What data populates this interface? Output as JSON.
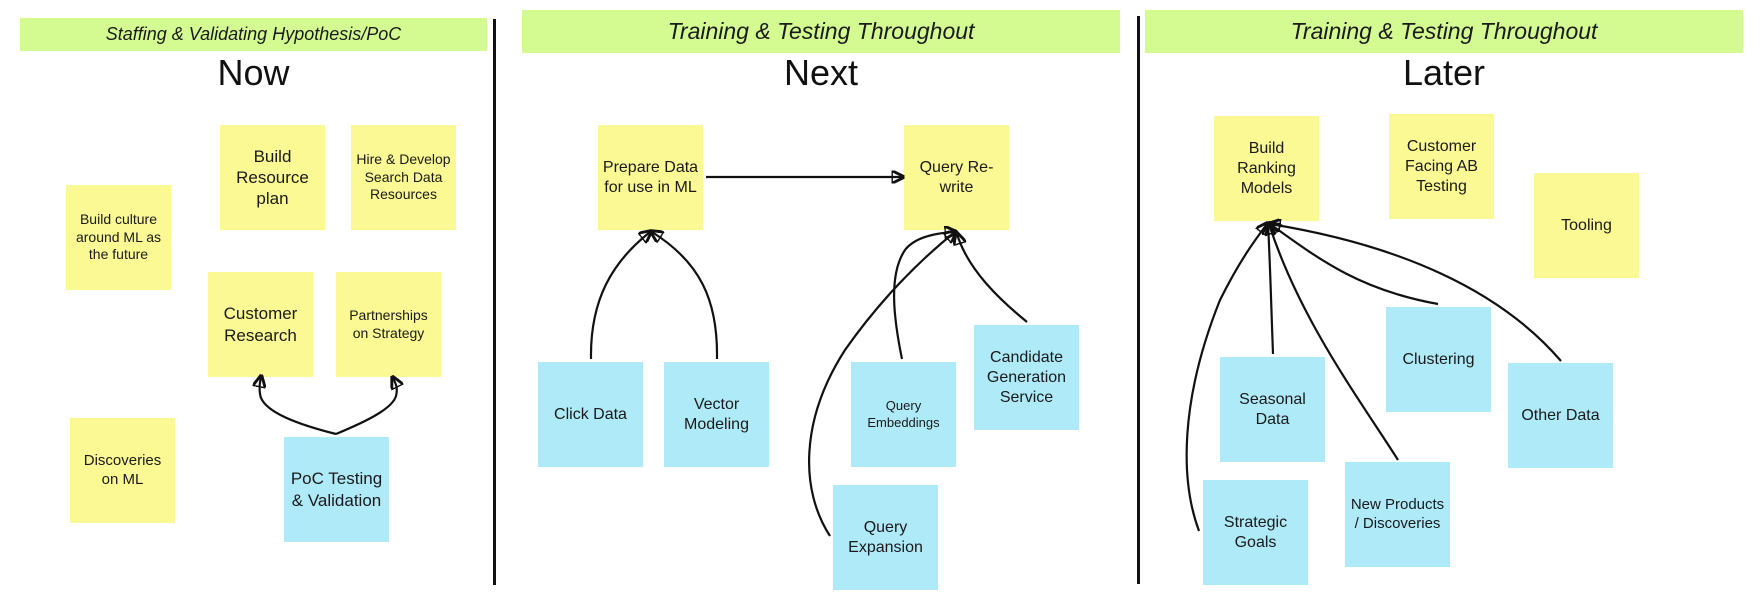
{
  "phases": [
    {
      "id": "now",
      "banner": "Staffing & Validating Hypothesis/PoC",
      "title": "Now"
    },
    {
      "id": "next",
      "banner": "Training & Testing Throughout",
      "title": "Next"
    },
    {
      "id": "later",
      "banner": "Training & Testing Throughout",
      "title": "Later"
    }
  ],
  "colors": {
    "banner": "#d4fb92",
    "sticky_yellow": "#fbf993",
    "sticky_blue": "#afeaf8",
    "line": "#111111"
  },
  "notes": {
    "build_culture": "Build culture around ML as the future",
    "build_resource_plan": "Build Resource plan",
    "hire_develop": "Hire & Develop Search Data Resources",
    "customer_research": "Customer Research",
    "partnerships": "Partnerships on Strategy",
    "discoveries_ml": "Discoveries on ML",
    "poc_testing": "PoC Testing & Validation",
    "prepare_data": "Prepare Data for use in ML",
    "query_rewrite": "Query Re-write",
    "click_data": "Click Data",
    "vector_modeling": "Vector Modeling",
    "query_embeddings": "Query Embeddings",
    "candidate_generation": "Candidate Generation Service",
    "query_expansion": "Query Expansion",
    "build_ranking": "Build Ranking Models",
    "customer_ab": "Customer Facing AB Testing",
    "tooling": "Tooling",
    "seasonal_data": "Seasonal Data",
    "clustering": "Clustering",
    "other_data": "Other Data",
    "strategic_goals": "Strategic Goals",
    "new_products": "New Products / Discoveries"
  },
  "connections": [
    {
      "from": "poc_testing",
      "to": "customer_research"
    },
    {
      "from": "poc_testing",
      "to": "partnerships"
    },
    {
      "from": "prepare_data",
      "to": "query_rewrite"
    },
    {
      "from": "click_data",
      "to": "prepare_data"
    },
    {
      "from": "vector_modeling",
      "to": "prepare_data"
    },
    {
      "from": "query_embeddings",
      "to": "query_rewrite"
    },
    {
      "from": "query_expansion",
      "to": "query_rewrite"
    },
    {
      "from": "candidate_generation",
      "to": "query_rewrite"
    },
    {
      "from": "strategic_goals",
      "to": "build_ranking"
    },
    {
      "from": "seasonal_data",
      "to": "build_ranking"
    },
    {
      "from": "new_products",
      "to": "build_ranking"
    },
    {
      "from": "clustering",
      "to": "build_ranking"
    },
    {
      "from": "other_data",
      "to": "build_ranking"
    }
  ]
}
